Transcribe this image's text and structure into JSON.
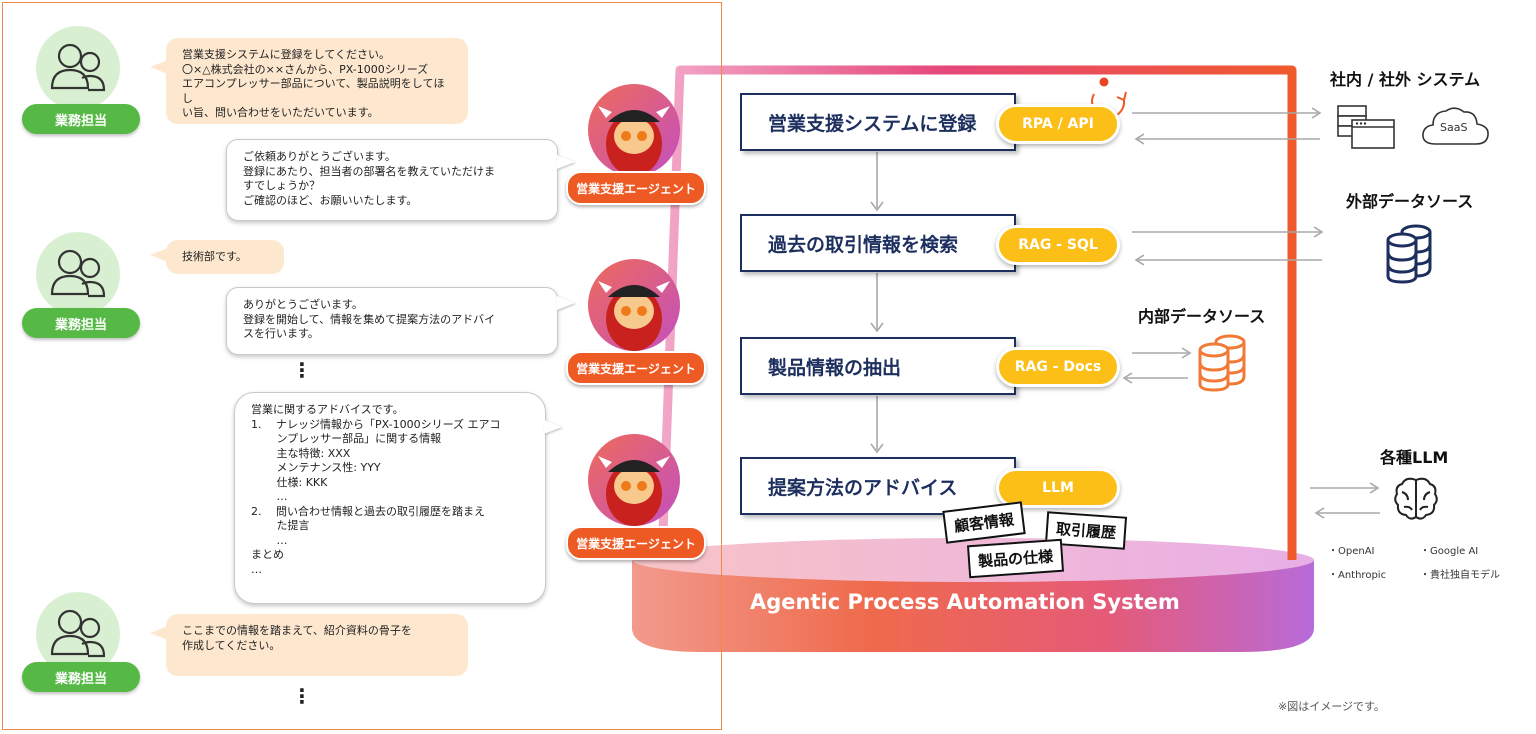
{
  "conversation": {
    "user_role": "業務担当",
    "agent_role": "営業支援エージェント",
    "messages": [
      {
        "speaker": "user",
        "text": "営業支援システムに登録をしてください。\n〇×△株式会社の××さんから、PX-1000シリーズ\nエアコンプレッサー部品について、製品説明をしてほし\nい旨、問い合わせをいただいています。"
      },
      {
        "speaker": "agent",
        "text": "ご依頼ありがとうございます。\n登録にあたり、担当者の部署名を教えていただけま\nすでしょうか？\nご確認のほど、お願いいたします。"
      },
      {
        "speaker": "user",
        "text": "技術部です。"
      },
      {
        "speaker": "agent",
        "text": "ありがとうございます。\n登録を開始して、情報を集めて提案方法のアドバイ\nスを行います。"
      },
      {
        "speaker": "agent",
        "text": "営業に関するアドバイスです。\n1.　 ナレッジ情報から「PX-1000シリーズ エアコ\n　　 ンプレッサー部品」に関する情報\n　　 主な特徴: XXX\n　　 メンテナンス性: YYY\n　　 仕様: KKK\n　　 …\n2.　 問い合わせ情報と過去の取引履歴を踏まえ\n　　 た提言\n　　 …\nまとめ\n…"
      },
      {
        "speaker": "user",
        "text": "ここまでの情報を踏まえて、紹介資料の骨子を\n作成してください。"
      }
    ],
    "ellipsis": "⋮"
  },
  "steps": [
    {
      "label": "営業支援システムに登録",
      "tool": "RPA / API"
    },
    {
      "label": "過去の取引情報を検索",
      "tool": "RAG - SQL"
    },
    {
      "label": "製品情報の抽出",
      "tool": "RAG - Docs"
    },
    {
      "label": "提案方法のアドバイス",
      "tool": "LLM"
    }
  ],
  "documents": [
    "顧客情報",
    "取引履歴",
    "製品の仕様"
  ],
  "platform_title": "Agentic Process Automation System",
  "external": {
    "systems_title": "社内 / 社外 システム",
    "saas_label": "SaaS",
    "external_source_title": "外部データソース",
    "internal_source_title": "内部データソース",
    "llm_title": "各種LLM",
    "llm_items": [
      "・OpenAI",
      "・Google AI",
      "・Anthropic",
      "・貴社独自モデル"
    ]
  },
  "footnote": "※図はイメージです。",
  "colors": {
    "navy": "#1d2f5e",
    "pill": "#fbbf18",
    "agent_badge": "#ee5a24",
    "user_badge": "#56b946",
    "internal_db": "#f07a36"
  }
}
